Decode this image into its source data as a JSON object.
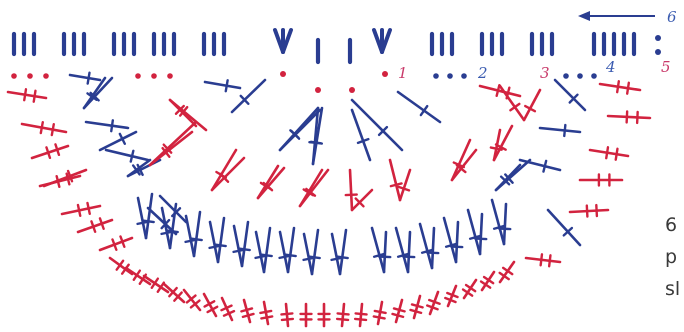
{
  "colors": {
    "blue": "#2a3d91",
    "red": "#d2233f",
    "label": "#c93a6a",
    "arrow": "#2a3d91"
  },
  "row_labels": {
    "r1": "1",
    "r2": "2",
    "r3": "3",
    "r4": "4",
    "r5": "5",
    "r6": "6"
  },
  "side_text": {
    "line1": "6",
    "line2": "p",
    "line3": "sl"
  }
}
